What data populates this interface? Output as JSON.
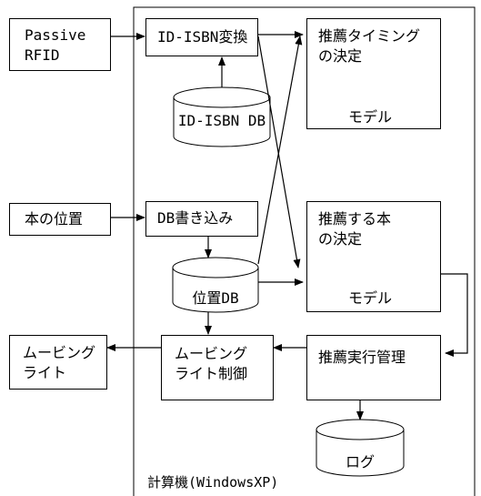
{
  "inputs": {
    "passive_rfid": {
      "line1": "Passive",
      "line2": "RFID"
    },
    "book_position": "本の位置"
  },
  "outputs": {
    "moving_light": {
      "line1": "ムービング",
      "line2": "ライト"
    }
  },
  "computer": {
    "label": "計算機(WindowsXP)",
    "id_isbn_convert": "ID-ISBN変換",
    "id_isbn_db": "ID-ISBN DB",
    "db_write": "DB書き込み",
    "position_db": "位置DB",
    "timing_decision": {
      "line1": "推薦タイミング",
      "line2": "の決定",
      "model": "モデル"
    },
    "book_decision": {
      "line1": "推薦する本",
      "line2": "の決定",
      "model": "モデル"
    },
    "exec_manage": "推薦実行管理",
    "light_control": {
      "line1": "ムービング",
      "line2": "ライト制御"
    },
    "log": "ログ"
  }
}
